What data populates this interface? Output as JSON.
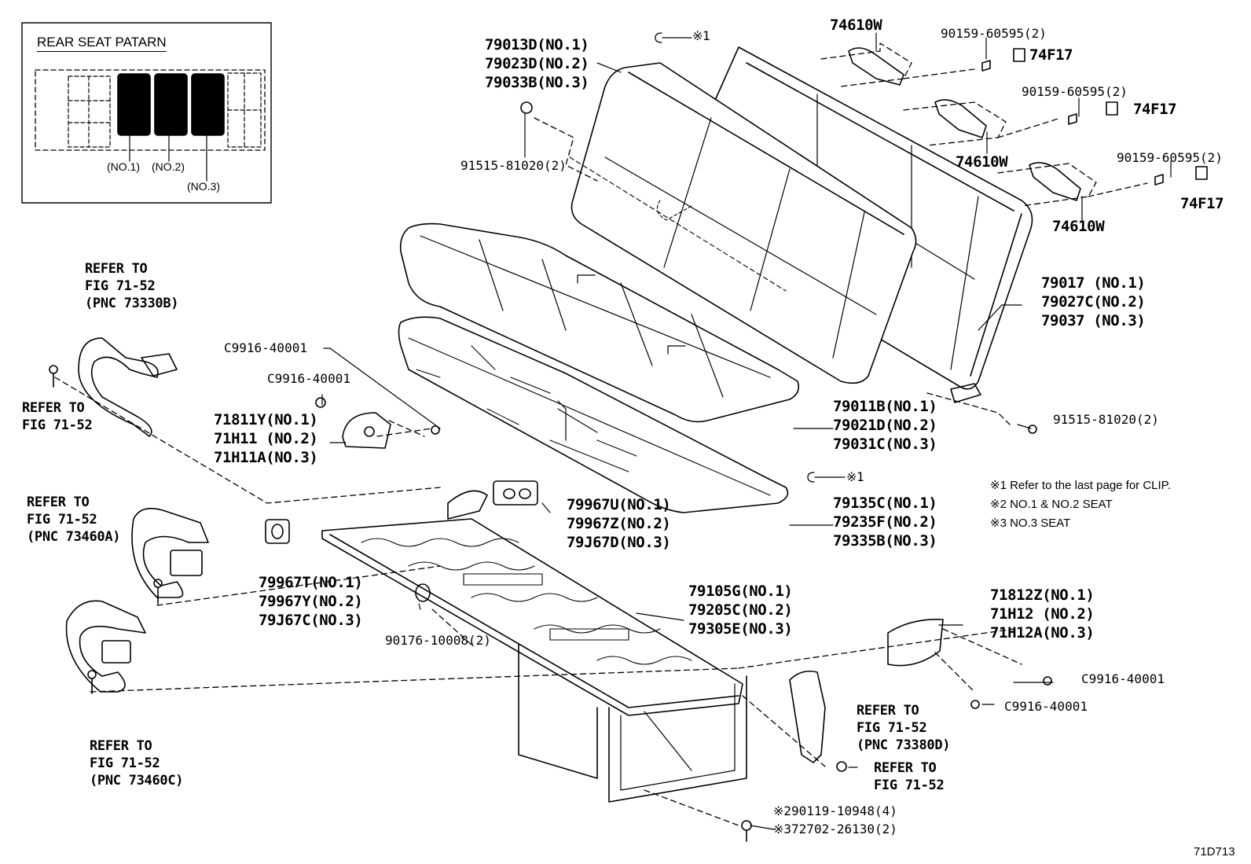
{
  "inset": {
    "title": "REAR SEAT PATARN",
    "no1": "(NO.1)",
    "no2": "(NO.2)",
    "no3": "(NO.3)"
  },
  "clip_marks": [
    "※1",
    "※1"
  ],
  "labels": {
    "seatback_cover": [
      "79013D(NO.1)",
      "79023D(NO.2)",
      "79033B(NO.3)"
    ],
    "hinge_bracket_top": "74610W",
    "hinge_bracket_mid": "74610W",
    "hinge_bracket_low": "74610W",
    "bolt_90159_a": "90159-60595(2)",
    "bolt_90159_b": "90159-60595(2)",
    "bolt_90159_c": "90159-60595(2)",
    "clip_74f17_a": "74F17",
    "clip_74f17_b": "74F17",
    "clip_74f17_c": "74F17",
    "bolt_91515_top": "91515-81020(2)",
    "bolt_91515_right": "91515-81020(2)",
    "seatback_frame": [
      "79017 (NO.1)",
      "79027C(NO.2)",
      "79037 (NO.3)"
    ],
    "cushion_cover": [
      "79011B(NO.1)",
      "79021D(NO.2)",
      "79031C(NO.3)"
    ],
    "cushion_pad": [
      "79135C(NO.1)",
      "79235F(NO.2)",
      "79335B(NO.3)"
    ],
    "cover_c9916_a": "C9916-40001",
    "cover_c9916_b": "C9916-40001",
    "cover_c9916_c": "C9916-40001",
    "cover_c9916_d": "C9916-40001",
    "hinge_cover_left": [
      "71811Y(NO.1)",
      "71H11 (NO.2)",
      "71H11A(NO.3)"
    ],
    "hinge_cover_right": [
      "71812Z(NO.1)",
      "71H12 (NO.2)",
      "71H12A(NO.3)"
    ],
    "lock_cover_u": [
      "79967U(NO.1)",
      "79967Z(NO.2)",
      "79J67D(NO.3)"
    ],
    "lock_cover_t": [
      "79967T(NO.1)",
      "79967Y(NO.2)",
      "79J67C(NO.3)"
    ],
    "cushion_frame": [
      "79105G(NO.1)",
      "79205C(NO.2)",
      "79305E(NO.3)"
    ],
    "bushing": "90176-10008(2)",
    "bolt_290119": "※290119-10948(4)",
    "bolt_372702": "※372702-26130(2)"
  },
  "refers": {
    "belt_top": [
      "REFER TO",
      "FIG 71-52",
      "(PNC 73330B)"
    ],
    "bolt_left": [
      "REFER TO",
      "FIG 71-52"
    ],
    "belt_mid": [
      "REFER TO",
      "FIG 71-52",
      "(PNC 73460A)"
    ],
    "belt_low": [
      "REFER TO",
      "FIG 71-52",
      "(PNC 73460C)"
    ],
    "buckle_right": [
      "REFER TO",
      "FIG 71-52",
      "(PNC 73380D)"
    ],
    "bolt_right": [
      "REFER TO",
      "FIG 71-52"
    ]
  },
  "notes": [
    "※1  Refer to the last page for CLIP.",
    "※2 NO.1 & NO.2 SEAT",
    "※3 NO.3 SEAT"
  ],
  "figure_code": "71D713"
}
